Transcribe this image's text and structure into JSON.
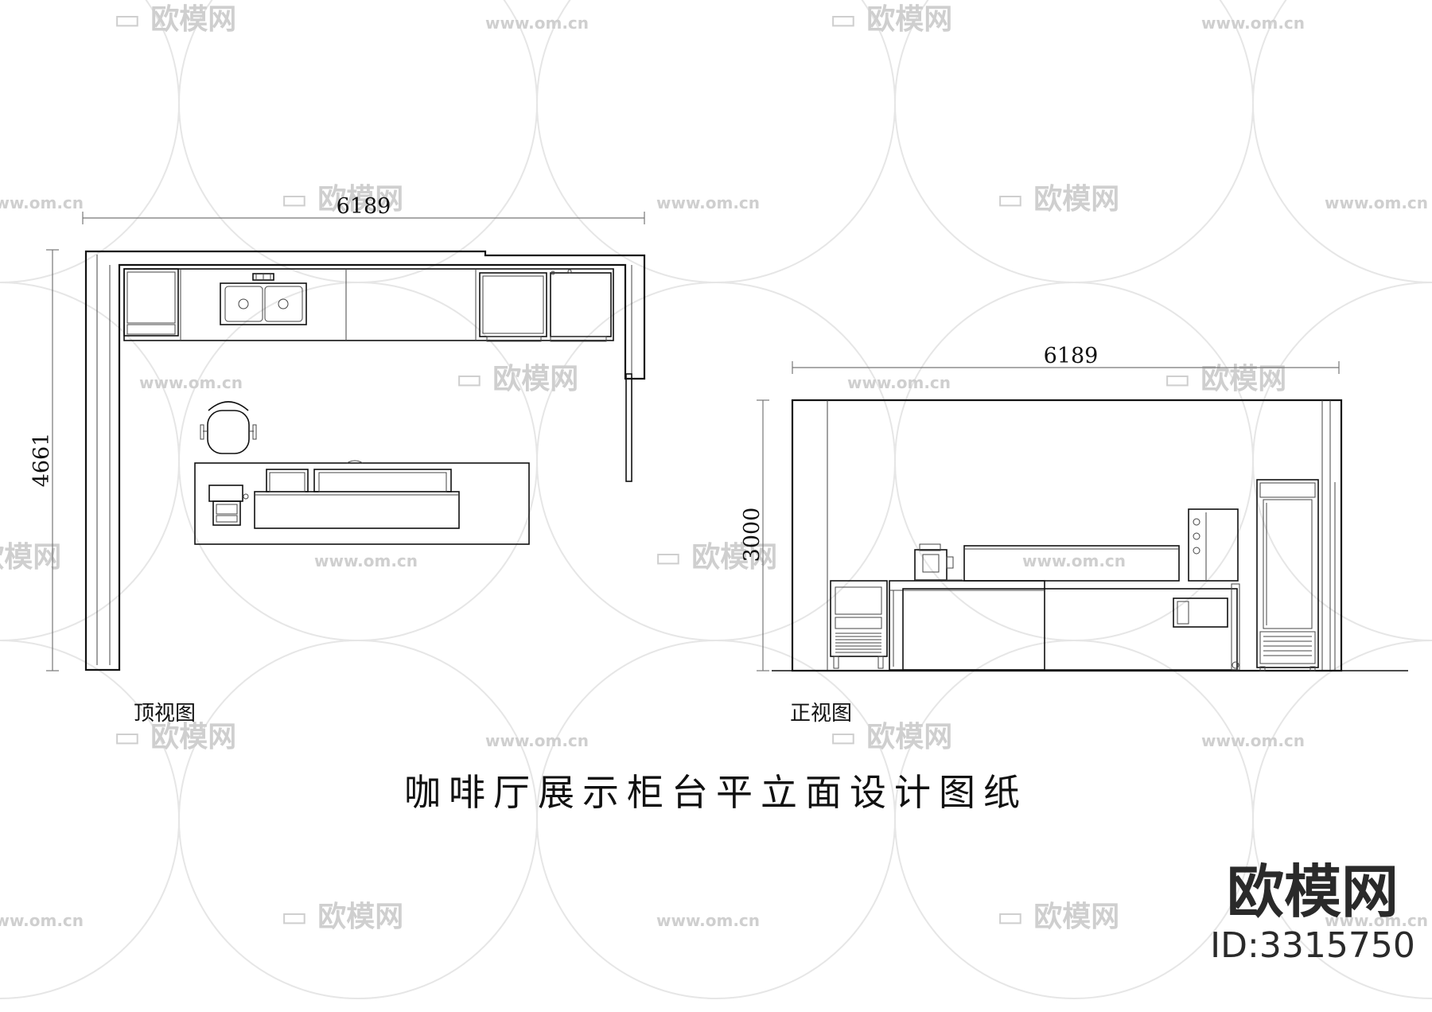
{
  "drawing_title": "咖啡厅展示柜台平立面设计图纸",
  "plan_view": {
    "caption": "顶视图",
    "width_dim": "6189",
    "depth_dim": "4661"
  },
  "front_view": {
    "caption": "正视图",
    "width_dim": "6189",
    "height_dim": "3000"
  },
  "watermark": {
    "brand": "欧模网",
    "url": "www.om.cn"
  },
  "brand_block": {
    "name": "欧模网",
    "id": "ID:3315750"
  },
  "colors": {
    "line": "#111111",
    "watermark": "#cfcfcf",
    "brand": "#2a2a2a"
  }
}
